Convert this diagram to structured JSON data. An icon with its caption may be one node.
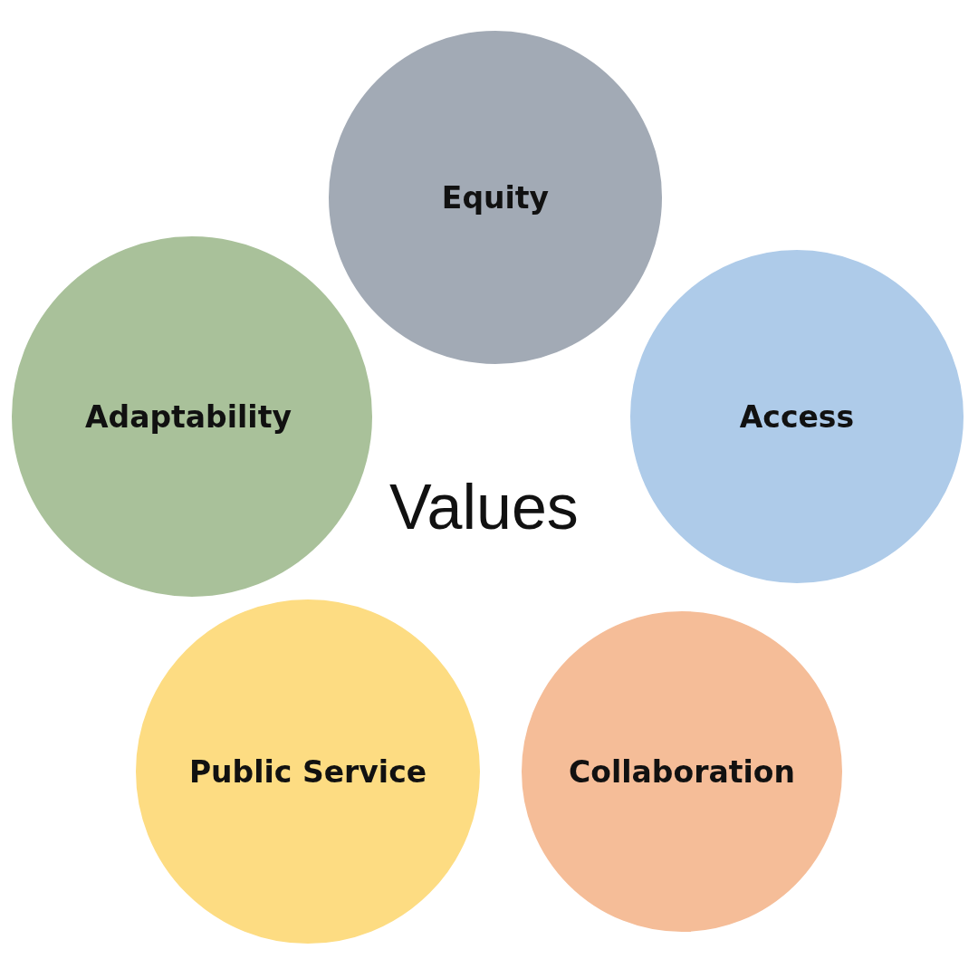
{
  "diagram": {
    "nodes": [
      {
        "text": [
          "Equity"
        ]
      },
      {
        "text": [
          "Adaptability"
        ]
      },
      {
        "text": [
          "Access"
        ]
      },
      {
        "text": [
          "Public Service"
        ]
      },
      {
        "text": [
          "Collaboration"
        ]
      }
    ],
    "edges": [],
    "labels": [
      "Values"
    ]
  }
}
